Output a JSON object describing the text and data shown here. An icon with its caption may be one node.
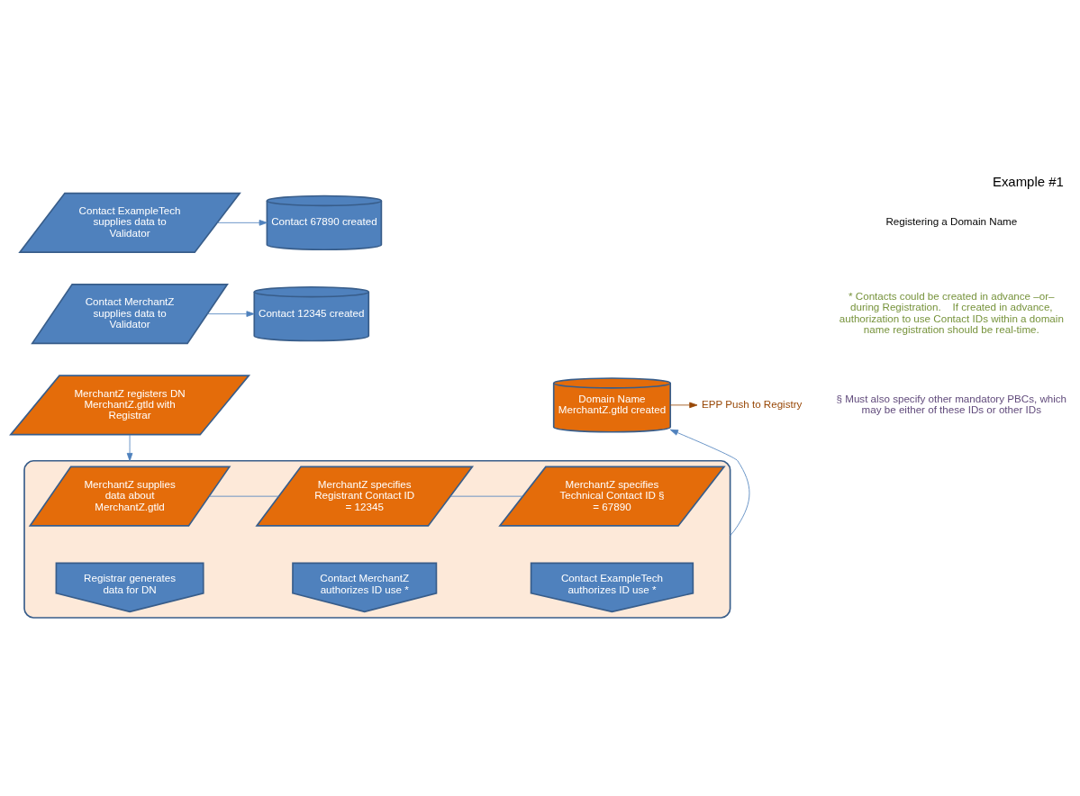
{
  "diagram": {
    "title": "Example #1",
    "nodes": [
      {
        "text": [
          "Contact ExampleTech supplies data to Validator"
        ]
      },
      {
        "text": [
          "Contact 67890 created"
        ]
      },
      {
        "text": [
          "Contact MerchantZ supplies data to Validator"
        ]
      },
      {
        "text": [
          "Contact 12345 created"
        ]
      },
      {
        "text": [
          "MerchantZ registers DN MerchantZ.gtld with Registrar"
        ]
      },
      {
        "text": [
          "Domain Name MerchantZ.gtld created"
        ]
      },
      {
        "text": [
          "EPP Push to Registry"
        ]
      },
      {
        "text": [],
        "shape": "box"
      },
      {
        "text": [
          "MerchantZ supplies data about MerchantZ.gtld"
        ],
        "in": 7
      },
      {
        "text": [
          "Registrar generates data for DN"
        ],
        "in": 7
      },
      {
        "text": [
          "MerchantZ specifies Registrant Contact ID = 12345"
        ],
        "in": 7
      },
      {
        "text": [
          "Contact MerchantZ authorizes ID use *"
        ],
        "in": 7
      },
      {
        "text": [
          "MerchantZ specifies Technical Contact ID § = 67890"
        ],
        "in": 7
      },
      {
        "text": [
          "Contact ExampleTech authorizes ID use *"
        ],
        "in": 7
      }
    ],
    "edges": [
      {
        "from": 0,
        "to": 1,
        "arrow": "to"
      },
      {
        "from": 2,
        "to": 3,
        "arrow": "to"
      },
      {
        "from": 4,
        "to": 7,
        "arrow": "to"
      },
      {
        "from": 7,
        "to": 5,
        "arrow": "to"
      },
      {
        "from": 5,
        "to": 6,
        "arrow": "to",
        "color": "#984807"
      },
      {
        "from": 8,
        "to": 10,
        "arrow": "none"
      },
      {
        "from": 10,
        "to": 12,
        "arrow": "none"
      }
    ],
    "labels": [
      "Registering a Domain Name",
      "* Contacts could be created in advance –or– during Registration.    If created in advance, authorization to use Contact IDs within a domain name registration should be real-time.",
      "§ Must also specify other mandatory PBCs, which may be either of these IDs or other IDs"
    ]
  }
}
